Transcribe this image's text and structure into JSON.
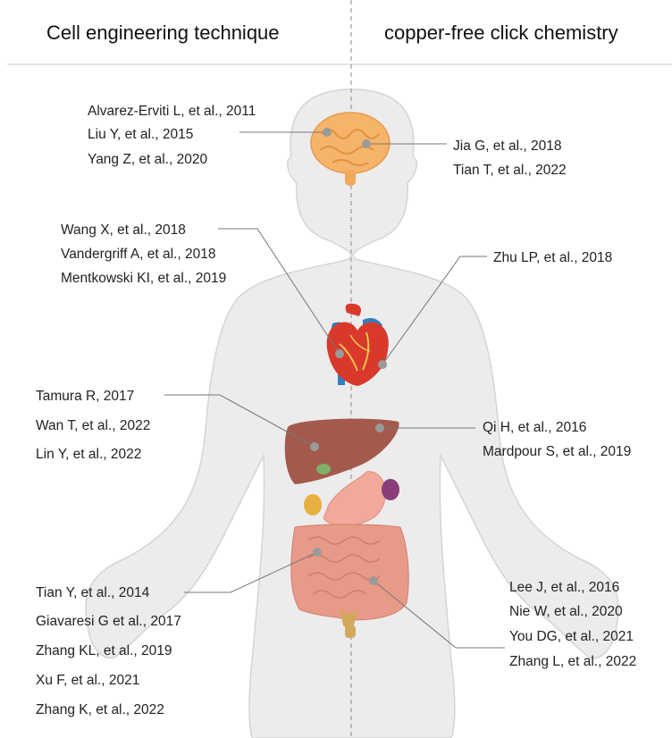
{
  "headers": {
    "left": "Cell engineering technique",
    "right": "copper-free click chemistry"
  },
  "groups": {
    "brain": {
      "left": [
        "Alvarez-Erviti L, et al., 2011",
        "Liu Y, et al., 2015",
        "Yang Z, et al., 2020"
      ],
      "right": [
        "Jia G, et al., 2018",
        "Tian T, et al., 2022"
      ]
    },
    "heart": {
      "left": [
        "Wang X, et al., 2018",
        "Vandergriff A, et al., 2018",
        "Mentkowski KI, et al., 2019"
      ],
      "right": [
        "Zhu LP, et al., 2018"
      ]
    },
    "liver": {
      "left": [
        "Tamura R, 2017",
        "Wan T, et al., 2022",
        "Lin Y, et al., 2022"
      ],
      "right": [
        "Qi H, et al., 2016",
        "Mardpour S, et al., 2019"
      ]
    },
    "intestine": {
      "left": [
        "Tian Y, et al., 2014",
        "Giavaresi G et al., 2017",
        "Zhang KL, et al., 2019",
        "Xu F, et al., 2021",
        "Zhang K, et al., 2022"
      ],
      "right": [
        "Lee J, et al., 2016",
        "Nie W, et al., 2020",
        "You DG, et al., 2021",
        "Zhang L, et al., 2022"
      ]
    }
  },
  "colors": {
    "body_fill": "#ececec",
    "body_stroke": "#d4d4d4",
    "brain": "#f5b46a",
    "heart": "#d8392b",
    "vessel_blue": "#2f7fc1",
    "liver": "#a35a4c",
    "stomach": "#f2a89a",
    "intestine": "#e89a88",
    "leader_line": "#777777",
    "marker": "#9a9a9a"
  }
}
